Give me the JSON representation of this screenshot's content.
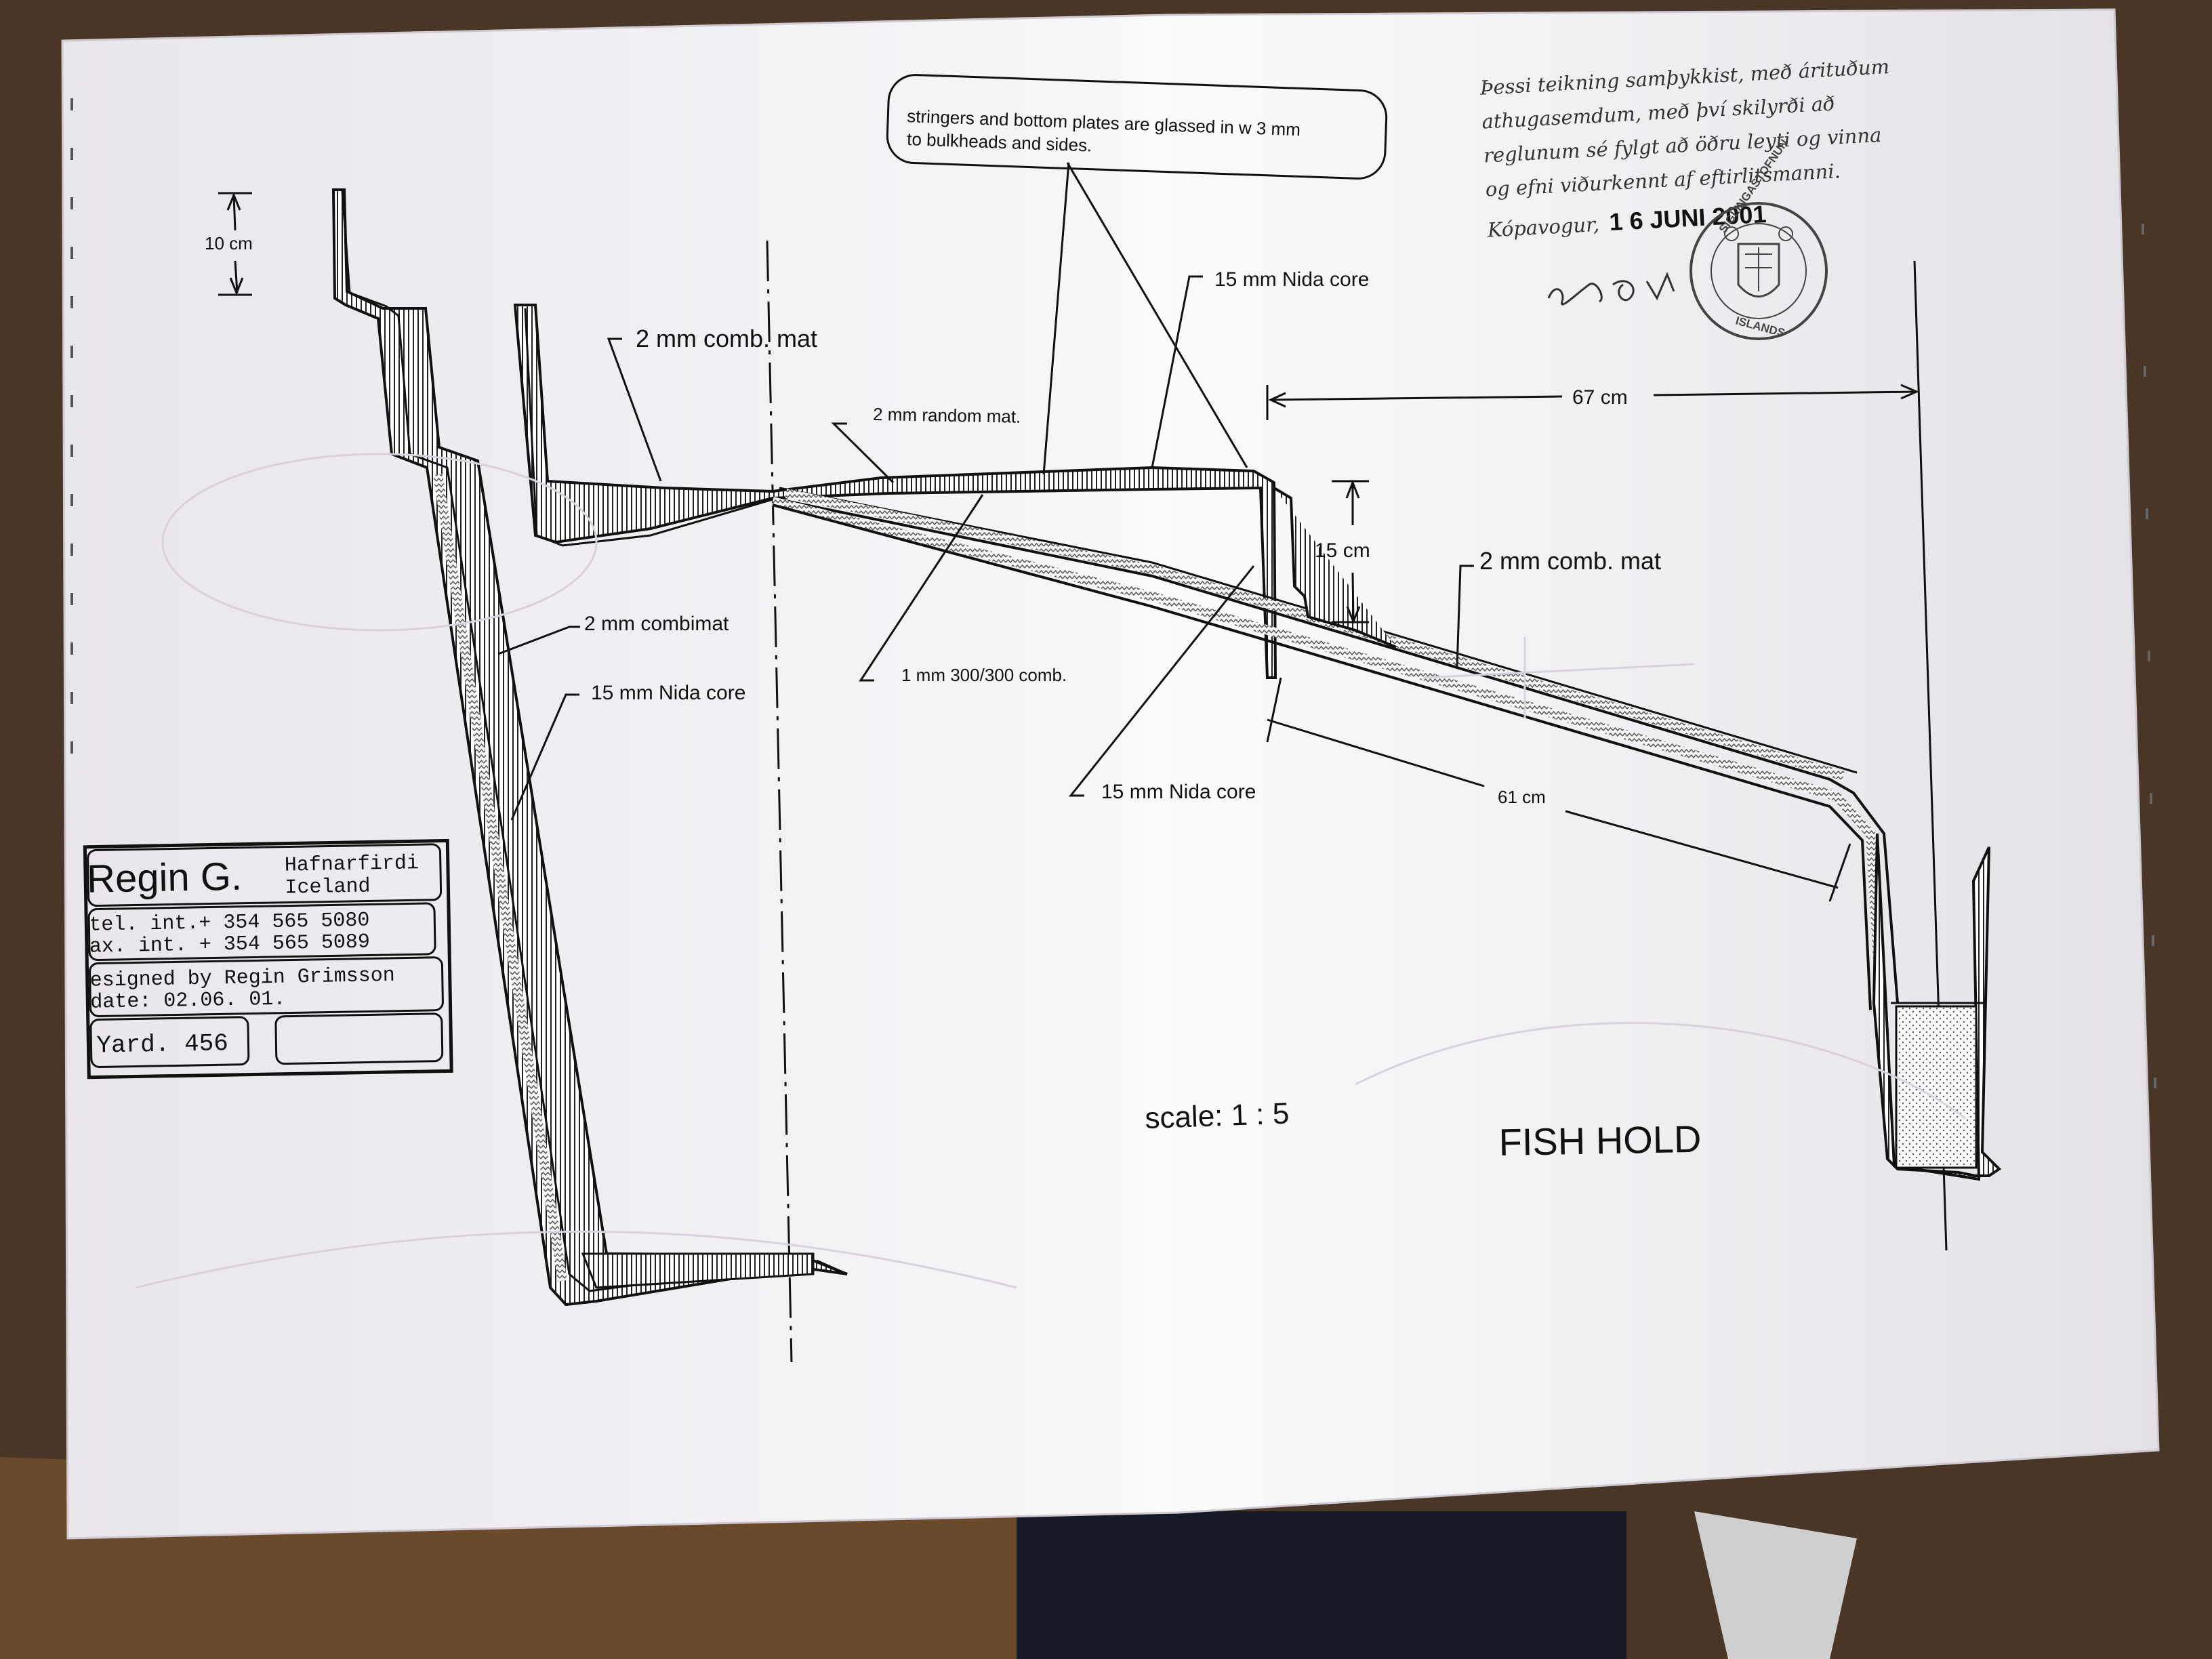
{
  "drawing": {
    "title": "FISH HOLD",
    "scale": "scale: 1 : 5"
  },
  "note": {
    "line1": "stringers and bottom plates are glassed in w 3 mm",
    "line2": "to bulkheads and sides."
  },
  "approval": {
    "lines": [
      "Þessi teikning samþykkist, með árituðum",
      "athugasemdum, með því skilyrði að",
      "reglunum sé fylgt að öðru leyti og vinna",
      "og efni viðurkennt af eftirlitsmanni."
    ],
    "place": "Kópavogur,",
    "date": "1 6 JUNI 2001",
    "stamp_top": "SIGLINGASTOFNUN",
    "stamp_bottom": "ISLANDS"
  },
  "labels": {
    "comb_mat_left": "2 mm comb. mat",
    "random_mat": "2 mm random mat.",
    "nida_top": "15 mm Nida core",
    "comb_mat_right": "2 mm comb. mat",
    "combimat": "2 mm combimat",
    "nida_left": "15 mm Nida core",
    "comb_300": "1 mm 300/300 comb.",
    "nida_bottom": "15 mm Nida core"
  },
  "dimensions": {
    "d10": "10 cm",
    "d67": "67 cm",
    "d15": "15 cm",
    "d61": "61 cm"
  },
  "title_block": {
    "name": "Regin G.",
    "city": "Hafnarfirdi",
    "country": "Iceland",
    "tel": "tel. int.+ 354 565 5080",
    "fax": "ax. int. + 354 565 5089",
    "designer": "esigned by Regin Grimsson",
    "date": "date: 02.06. 01.",
    "yard": "Yard. 456"
  },
  "colors": {
    "paper": "#f2f0f3",
    "paper_shadow": "#dcd8de",
    "desk": "#3a2a1e",
    "ink": "#111111"
  }
}
